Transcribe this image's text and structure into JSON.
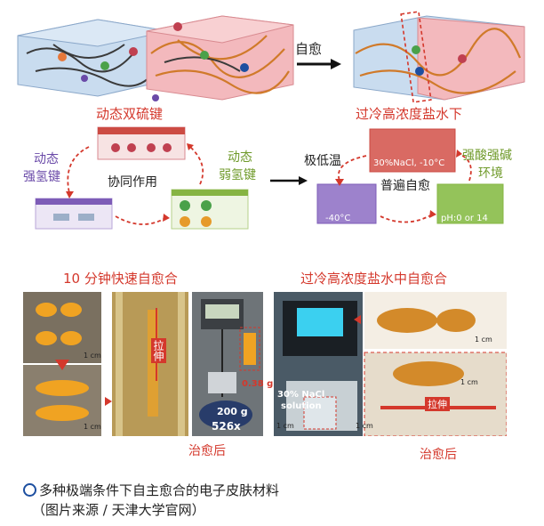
{
  "colors": {
    "red_text": "#d4382c",
    "purple": "#7d5cb7",
    "green": "#86b443",
    "box_red": "#cc4b43",
    "accent_blue": "#1d4fa0"
  },
  "diagram_top": {
    "self_heal_label": "自愈"
  },
  "diagram_left": {
    "title": "动态双硫键",
    "strong_h_bond": [
      "动态",
      "强氢键"
    ],
    "weak_h_bond": [
      "动态",
      "弱氢键"
    ],
    "synergy": "协同作用"
  },
  "diagram_right": {
    "title": "过冷高浓度盐水下",
    "box_label": "30%NaCl, -10°C",
    "low_temp": "极低温",
    "universal_heal": "普遍自愈",
    "acid_base": [
      "强酸强碱",
      "环境"
    ],
    "temp_label": "-40°C",
    "ph_label": "pH:0 or 14"
  },
  "photos_left": {
    "title": "10 分钟快速自愈合",
    "scale1": "1 cm",
    "scale2": "1 cm",
    "stretch": "拉伸",
    "weight_g": "200 g",
    "times": "526x",
    "mass_label": "0.38 g",
    "after": "治愈后"
  },
  "photos_right": {
    "title": "过冷高浓度盐水中自愈合",
    "solution_lines": [
      "30% NaCl",
      "solution"
    ],
    "scale1": "1 cm",
    "scale2": "1 cm",
    "scale3": "1 cm",
    "scale4": "1 cm",
    "stretch": "拉伸",
    "after": "治愈后"
  },
  "caption": {
    "line1": "多种极端条件下自主愈合的电子皮肤材料",
    "line2": "（图片来源 / 天津大学官网）"
  }
}
